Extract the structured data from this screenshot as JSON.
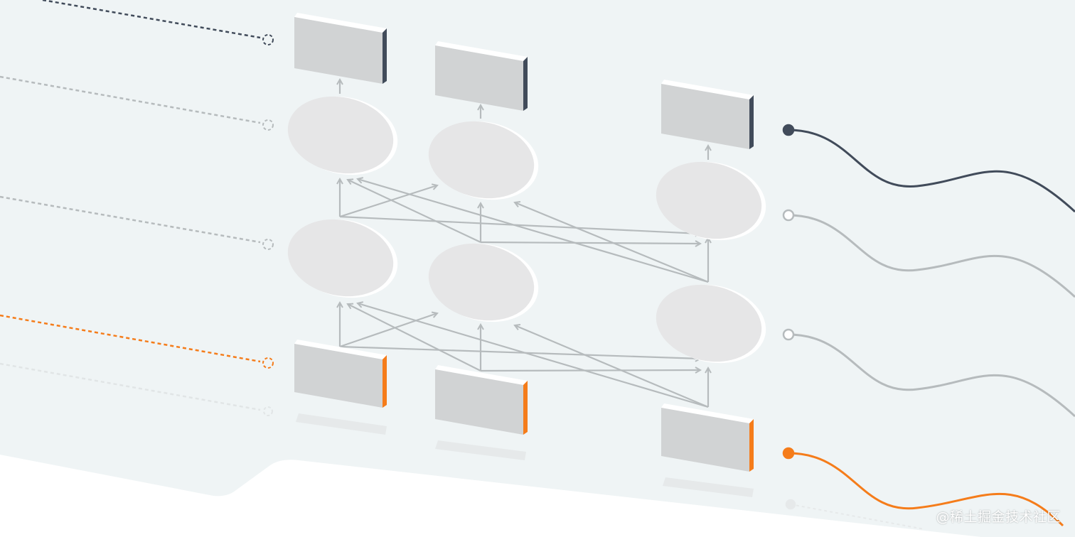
{
  "watermark": "@稀土掘金技术社区",
  "colors": {
    "background_panel": "#eff4f5",
    "page": "#ffffff",
    "box_face": "#d1d3d4",
    "box_top": "#ffffff",
    "edge_dark": "#414b5a",
    "edge_orange": "#f57c1a",
    "node_face": "#e6e6e7",
    "arrow": "#b6bbbd",
    "line_gray": "#b3b7b9"
  },
  "layers": {
    "output_boxes": 3,
    "hidden_layer_2_nodes": 3,
    "hidden_layer_1_nodes": 3,
    "input_boxes": 3
  },
  "signals": [
    {
      "name": "top",
      "color": "dark",
      "marker": "filled"
    },
    {
      "name": "middle-upper",
      "color": "gray",
      "marker": "hollow"
    },
    {
      "name": "middle-lower",
      "color": "gray",
      "marker": "hollow"
    },
    {
      "name": "bottom",
      "color": "orange",
      "marker": "filled"
    }
  ],
  "icons": {
    "input_marker": "dashed-circle-icon",
    "output_marker": "circle-icon"
  }
}
